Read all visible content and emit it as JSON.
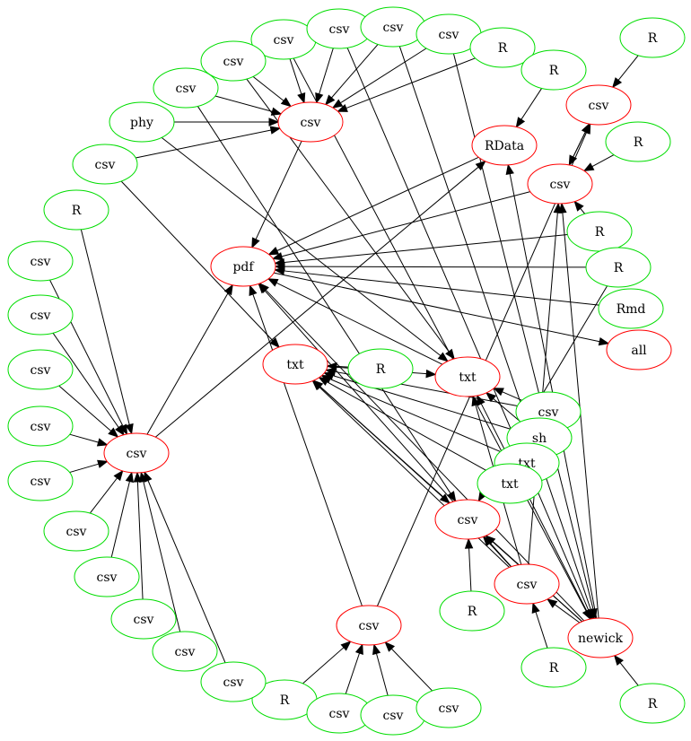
{
  "colors": {
    "input": "#00dd00",
    "output": "#ff0000",
    "edge": "#000000"
  },
  "nodes": [
    {
      "id": "n1",
      "label": "csv"
    },
    {
      "id": "n2",
      "label": "csv"
    },
    {
      "id": "n3",
      "label": "csv"
    },
    {
      "id": "n4",
      "label": "csv"
    },
    {
      "id": "n5",
      "label": "csv"
    },
    {
      "id": "n6",
      "label": "R"
    },
    {
      "id": "n7",
      "label": "R"
    },
    {
      "id": "n8",
      "label": "R"
    },
    {
      "id": "n9",
      "label": "csv"
    },
    {
      "id": "n10",
      "label": "phy"
    },
    {
      "id": "n11",
      "label": "csv"
    },
    {
      "id": "n12",
      "label": "csv"
    },
    {
      "id": "n13",
      "label": "RData"
    },
    {
      "id": "n14",
      "label": "R"
    },
    {
      "id": "n15",
      "label": "csv"
    },
    {
      "id": "n16",
      "label": "R"
    },
    {
      "id": "n17",
      "label": "R"
    },
    {
      "id": "n18",
      "label": "pdf"
    },
    {
      "id": "n19",
      "label": "csv"
    },
    {
      "id": "n20",
      "label": "R"
    },
    {
      "id": "n21",
      "label": "Rmd"
    },
    {
      "id": "n22",
      "label": "csv"
    },
    {
      "id": "n23",
      "label": "all"
    },
    {
      "id": "n24",
      "label": "txt"
    },
    {
      "id": "n25",
      "label": "R"
    },
    {
      "id": "n26",
      "label": "txt"
    },
    {
      "id": "n27",
      "label": "csv"
    },
    {
      "id": "n28",
      "label": "csv"
    },
    {
      "id": "n29",
      "label": "sh"
    },
    {
      "id": "n30",
      "label": "csv"
    },
    {
      "id": "n31",
      "label": "txt"
    },
    {
      "id": "n32",
      "label": "txt"
    },
    {
      "id": "n33",
      "label": "csv"
    },
    {
      "id": "n34",
      "label": "csv"
    },
    {
      "id": "n35",
      "label": "R"
    },
    {
      "id": "n36",
      "label": "csv"
    },
    {
      "id": "n37",
      "label": "csv"
    },
    {
      "id": "n38",
      "label": "csv"
    },
    {
      "id": "n39",
      "label": "newick"
    },
    {
      "id": "n40",
      "label": "csv"
    },
    {
      "id": "n41",
      "label": "R"
    },
    {
      "id": "n42",
      "label": "csv"
    },
    {
      "id": "n43",
      "label": "R"
    },
    {
      "id": "n44",
      "label": "R"
    },
    {
      "id": "n45",
      "label": "csv"
    },
    {
      "id": "n46",
      "label": "csv"
    },
    {
      "id": "n47",
      "label": "csv"
    }
  ]
}
